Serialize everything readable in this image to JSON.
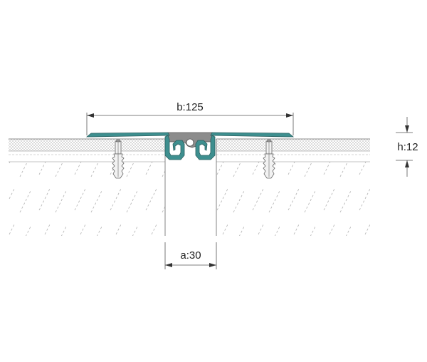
{
  "dimensions": {
    "b_label": "b:125",
    "a_label": "a:30",
    "h_label": "h:12"
  },
  "colors": {
    "profile_teal": "#3e8f8f",
    "profile_dark": "#2c5f5f",
    "insert_gray": "#8c8c8c",
    "hatch": "#9a9a9a",
    "line": "#555555",
    "text": "#222222"
  },
  "icons": [
    "wall-plug-left-icon",
    "wall-plug-right-icon",
    "dimension-arrow-icon"
  ]
}
